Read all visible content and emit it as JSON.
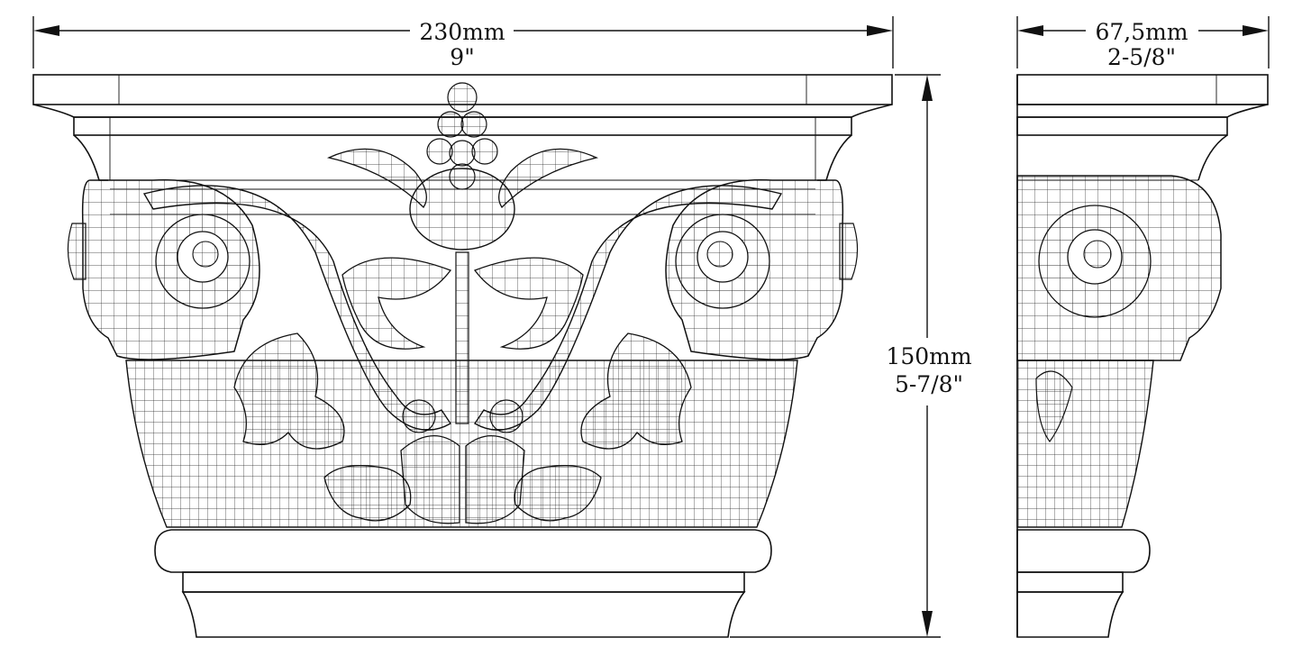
{
  "dimensions": {
    "width": {
      "metric": "230mm",
      "imperial": "9\""
    },
    "depth": {
      "metric": "67,5mm",
      "imperial": "2-5/8\""
    },
    "height": {
      "metric": "150mm",
      "imperial": "5-7/8\""
    }
  },
  "colors": {
    "line": "#111111",
    "background": "#ffffff"
  }
}
